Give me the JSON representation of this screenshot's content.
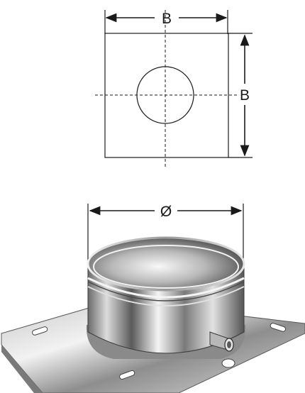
{
  "top_view": {
    "width_label": "B",
    "height_label": "B"
  },
  "product_view": {
    "diameter_label": "Ø"
  },
  "colors": {
    "line": "#1a1a1a",
    "steel_dark": "#3a3a3a",
    "steel_mid": "#9a9a9a",
    "steel_light": "#e8e8e8"
  }
}
